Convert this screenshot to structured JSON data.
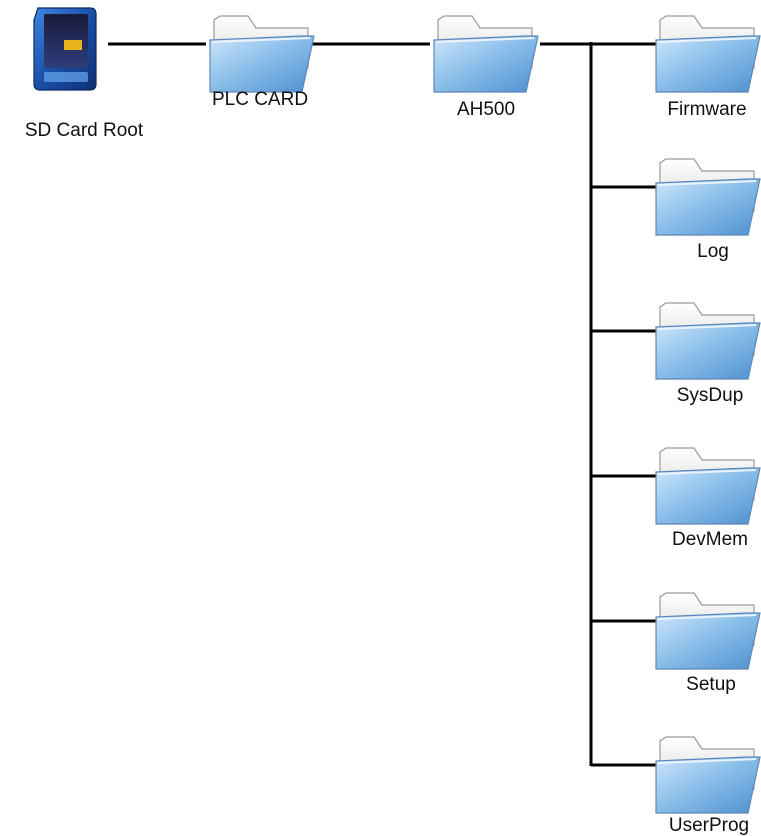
{
  "diagram": {
    "root": {
      "label": "SD Card Root",
      "icon": "sd-card-icon"
    },
    "plc_card": {
      "label": "PLC CARD",
      "icon": "folder-icon"
    },
    "ah500": {
      "label": "AH500",
      "icon": "folder-icon"
    },
    "subfolders": [
      {
        "label": "Firmware",
        "icon": "folder-icon"
      },
      {
        "label": "Log",
        "icon": "folder-icon"
      },
      {
        "label": "SysDup",
        "icon": "folder-icon"
      },
      {
        "label": "DevMem",
        "icon": "folder-icon"
      },
      {
        "label": "Setup",
        "icon": "folder-icon"
      },
      {
        "label": "UserProg",
        "icon": "folder-icon"
      }
    ],
    "colors": {
      "connector": "#000000",
      "folder_front": "#7fb4e2",
      "folder_back": "#f2f2f2",
      "sd_card": "#1f5fb8"
    }
  }
}
